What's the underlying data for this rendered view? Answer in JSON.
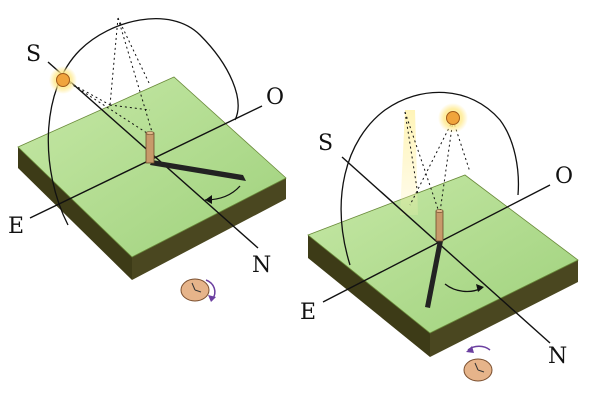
{
  "panels": [
    {
      "id": "left",
      "labels": {
        "south": "S",
        "west": "O",
        "east": "E",
        "north": "N"
      },
      "colors": {
        "ground": "#a9d98a",
        "side": "#3d3b17",
        "sun": "#f0a43c",
        "glow": "#ffe98a",
        "arrow": "#6b3fa0"
      },
      "icons": [
        "sun-icon",
        "gnomon-icon",
        "clock-icon",
        "rotation-arrow-icon"
      ]
    },
    {
      "id": "right",
      "labels": {
        "south": "S",
        "west": "O",
        "east": "E",
        "north": "N"
      },
      "colors": {
        "ground": "#a9d98a",
        "side": "#3d3b17",
        "sun": "#f0a43c",
        "glow": "#ffe98a",
        "arrow": "#6b3fa0"
      },
      "icons": [
        "sun-icon",
        "gnomon-icon",
        "clock-icon",
        "rotation-arrow-icon"
      ]
    }
  ]
}
